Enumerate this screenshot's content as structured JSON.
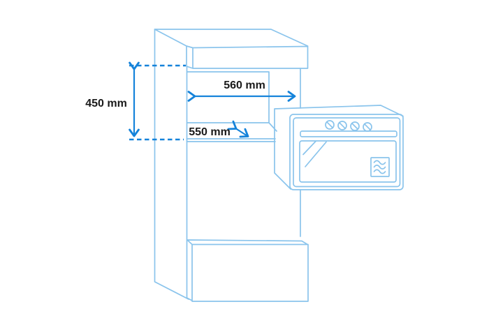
{
  "diagram": {
    "type": "installation-dimension-drawing",
    "subject": "tall cabinet with built-in compact oven",
    "dimensions": {
      "height": {
        "label": "450 mm"
      },
      "width": {
        "label": "560 mm"
      },
      "depth": {
        "label": "550 mm"
      }
    },
    "icons": {
      "oven_knob": "circle-with-diagonal-slash",
      "microwave": "square-with-three-wavy-lines",
      "dimension_arrow": "double-headed-chevron-arrow"
    },
    "colors": {
      "background": "#ffffff",
      "cabinet_line": "#8ac4ec",
      "dimension_accent": "#1583da",
      "label_text": "#1a1a1a"
    }
  }
}
